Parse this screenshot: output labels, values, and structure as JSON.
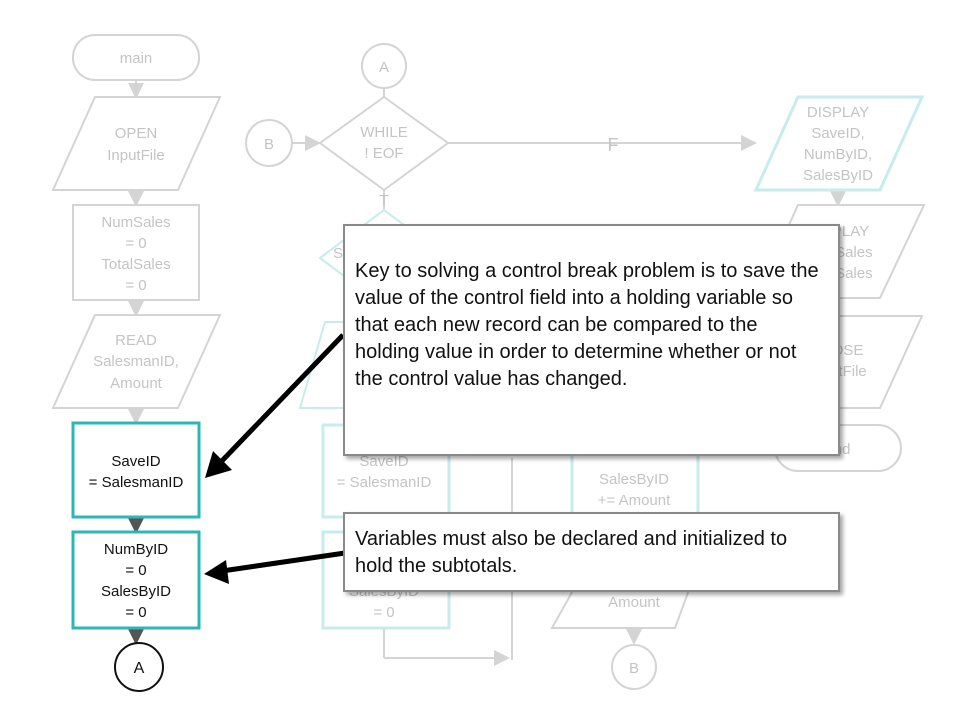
{
  "colors": {
    "faded": "#d4d4d4",
    "faded_text": "#c4c4c4",
    "accent": "#2bb7b7",
    "faded_accent": "#c6ecec",
    "arrow": "#000000"
  },
  "col1": {
    "terminal": "main",
    "open": [
      "OPEN",
      "InputFile"
    ],
    "init": [
      "NumSales",
      "= 0",
      "TotalSales",
      "= 0"
    ],
    "read": [
      "READ",
      "SalesmanID,",
      "Amount"
    ],
    "save": [
      "SaveID",
      "= SalesmanID"
    ],
    "subtotals": [
      "NumByID",
      "= 0",
      "SalesByID",
      "= 0"
    ],
    "connector_a": "A"
  },
  "col2": {
    "connector_a": "A",
    "connector_b": "B",
    "while": [
      "WHILE",
      "! EOF"
    ],
    "true_label": "T",
    "false_label": "F",
    "decision_partial": "S",
    "save": [
      "SaveID",
      "= SalesmanID"
    ],
    "subtotals_partial": [
      "SalesByID",
      "= 0"
    ]
  },
  "col3": {
    "sales_inc": [
      "SalesByID",
      "+= Amount"
    ],
    "read_partial": "Amount",
    "connector_b": "B"
  },
  "col4": {
    "display1": [
      "DISPLAY",
      "SaveID,",
      "NumByID,",
      "SalesByID"
    ],
    "display2": [
      "DISPLAY",
      "TotalSales",
      "TotalSales"
    ],
    "close": [
      "CLOSE",
      "InputFile"
    ],
    "end": "end"
  },
  "callouts": {
    "key": "Key to solving a control break problem is to save the value of the control field into a holding variable so that each new record can be compared to the holding value in order to determine whether or not the control value has changed.",
    "variables": "Variables must also be declared and initialized to hold the subtotals."
  }
}
